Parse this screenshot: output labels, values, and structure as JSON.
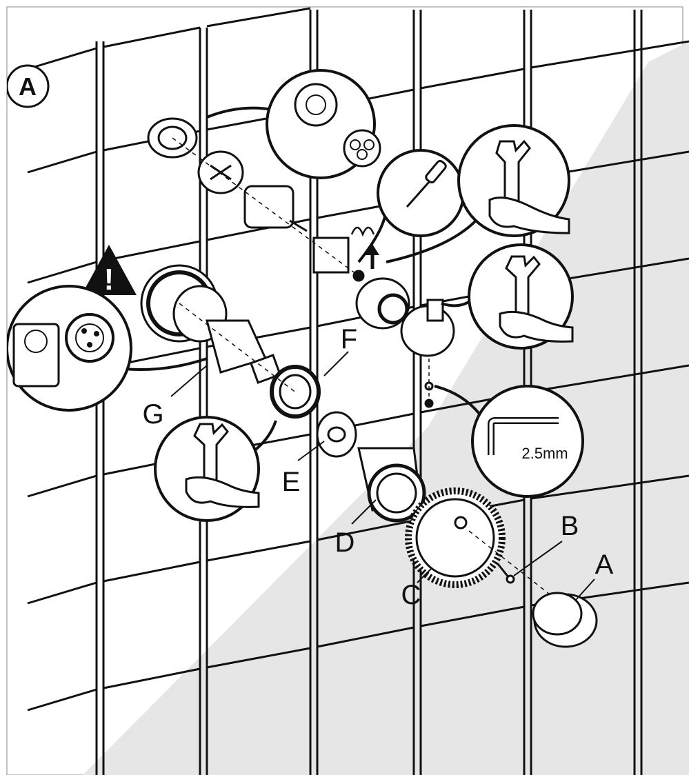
{
  "diagram": {
    "step_marker": "A",
    "part_labels": {
      "a": "A",
      "b": "B",
      "c": "C",
      "d": "D",
      "e": "E",
      "f": "F",
      "g": "G"
    },
    "hex_key_size": "2.5mm",
    "warning_symbol": "!",
    "colors": {
      "line": "#111111",
      "tile_shade": "#e6e6e6",
      "background": "#ffffff"
    },
    "icons": [
      "warning-icon",
      "wrench-icon",
      "screwdriver-icon",
      "hex-key-icon",
      "arrow-up-icon",
      "hand-icon"
    ]
  }
}
